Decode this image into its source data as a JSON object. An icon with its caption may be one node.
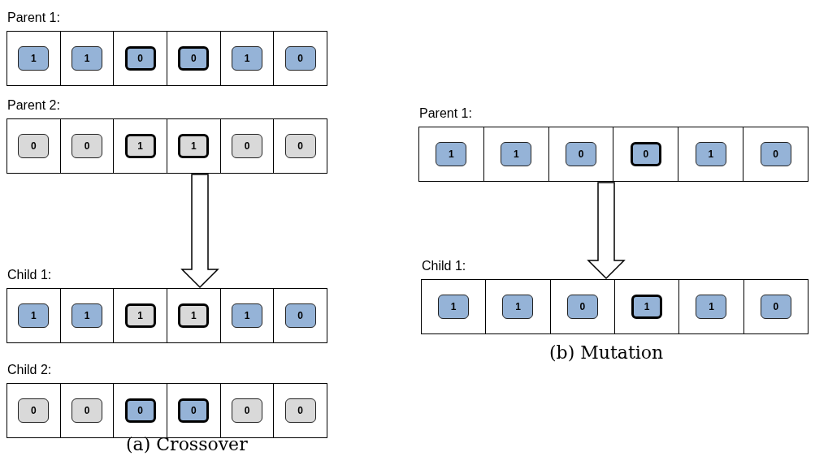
{
  "diagram": {
    "nodes": [
      {
        "text": [
          "Parent 1:"
        ]
      },
      {
        "text": [
          "1"
        ],
        "in": 0
      },
      {
        "text": [
          "1"
        ],
        "in": 0
      },
      {
        "text": [
          "0"
        ],
        "in": 0
      },
      {
        "text": [
          "0"
        ],
        "in": 0
      },
      {
        "text": [
          "1"
        ],
        "in": 0
      },
      {
        "text": [
          "0"
        ],
        "in": 0
      },
      {
        "text": [
          "Parent 2:"
        ]
      },
      {
        "text": [
          "0"
        ],
        "in": 7
      },
      {
        "text": [
          "0"
        ],
        "in": 7
      },
      {
        "text": [
          "1"
        ],
        "in": 7
      },
      {
        "text": [
          "1"
        ],
        "in": 7
      },
      {
        "text": [
          "0"
        ],
        "in": 7
      },
      {
        "text": [
          "0"
        ],
        "in": 7
      },
      {
        "text": [
          "Child 1:"
        ]
      },
      {
        "text": [
          "1"
        ],
        "in": 14
      },
      {
        "text": [
          "1"
        ],
        "in": 14
      },
      {
        "text": [
          "1"
        ],
        "in": 14
      },
      {
        "text": [
          "1"
        ],
        "in": 14
      },
      {
        "text": [
          "1"
        ],
        "in": 14
      },
      {
        "text": [
          "0"
        ],
        "in": 14
      },
      {
        "text": [
          "Child 2:"
        ]
      },
      {
        "text": [
          "0"
        ],
        "in": 21
      },
      {
        "text": [
          "0"
        ],
        "in": 21
      },
      {
        "text": [
          "0"
        ],
        "in": 21
      },
      {
        "text": [
          "0"
        ],
        "in": 21
      },
      {
        "text": [
          "0"
        ],
        "in": 21
      },
      {
        "text": [
          "0"
        ],
        "in": 21
      },
      {
        "text": [
          "Parent 1:"
        ]
      },
      {
        "text": [
          "1"
        ],
        "in": 28
      },
      {
        "text": [
          "1"
        ],
        "in": 28
      },
      {
        "text": [
          "0"
        ],
        "in": 28
      },
      {
        "text": [
          "0"
        ],
        "in": 28
      },
      {
        "text": [
          "1"
        ],
        "in": 28
      },
      {
        "text": [
          "0"
        ],
        "in": 28
      },
      {
        "text": [
          "Child 1:"
        ]
      },
      {
        "text": [
          "1"
        ],
        "in": 35
      },
      {
        "text": [
          "1"
        ],
        "in": 35
      },
      {
        "text": [
          "0"
        ],
        "in": 35
      },
      {
        "text": [
          "1"
        ],
        "in": 35
      },
      {
        "text": [
          "1"
        ],
        "in": 35
      },
      {
        "text": [
          "0"
        ],
        "in": 35
      }
    ],
    "edges": [
      {
        "from": 7,
        "to": 14,
        "arrow": "to"
      },
      {
        "from": 28,
        "to": 35,
        "arrow": "to"
      }
    ],
    "labels": [
      "(a) Crossover",
      "(b) Mutation"
    ]
  }
}
